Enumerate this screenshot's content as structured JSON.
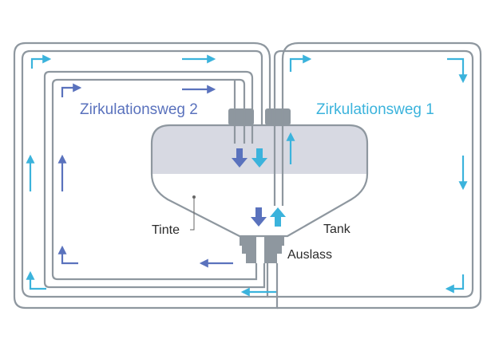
{
  "diagram": {
    "colors": {
      "pipe": "#8e979f",
      "tank_fill": "#d7d9e2",
      "fitting": "#8e979f",
      "path1": "#3bb3dc",
      "path2": "#5a72bd",
      "label_text": "#2b2b2b"
    },
    "labels": {
      "path1": "Zirkulationsweg 1",
      "path2": "Zirkulationsweg 2",
      "ink": "Tinte",
      "tank": "Tank",
      "outlet": "Auslass"
    }
  }
}
